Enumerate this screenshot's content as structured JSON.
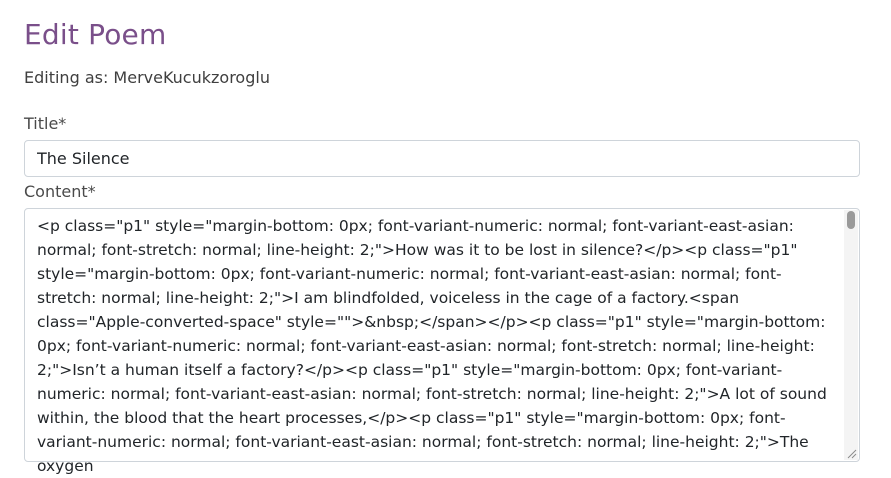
{
  "page": {
    "heading": "Edit Poem",
    "editing_as": "Editing as: MerveKucukzoroglu"
  },
  "form": {
    "title_label": "Title*",
    "title_value": "The Silence",
    "content_label": "Content*",
    "content_value": "<p class=\"p1\" style=\"margin-bottom: 0px; font-variant-numeric: normal; font-variant-east-asian: normal; font-stretch: normal; line-height: 2;\">How was it to be lost in silence?</p><p class=\"p1\" style=\"margin-bottom: 0px; font-variant-numeric: normal; font-variant-east-asian: normal; font-stretch: normal; line-height: 2;\">I am blindfolded, voiceless in the cage of a factory.<span class=\"Apple-converted-space\" style=\"\">&nbsp;</span></p><p class=\"p1\" style=\"margin-bottom: 0px; font-variant-numeric: normal; font-variant-east-asian: normal; font-stretch: normal; line-height: 2;\">Isn’t a human itself a factory?</p><p class=\"p1\" style=\"margin-bottom: 0px; font-variant-numeric: normal; font-variant-east-asian: normal; font-stretch: normal; line-height: 2;\">A lot of sound within, the blood that the heart processes,</p><p class=\"p1\" style=\"margin-bottom: 0px; font-variant-numeric: normal; font-variant-east-asian: normal; font-stretch: normal; line-height: 2;\">The oxygen"
  }
}
